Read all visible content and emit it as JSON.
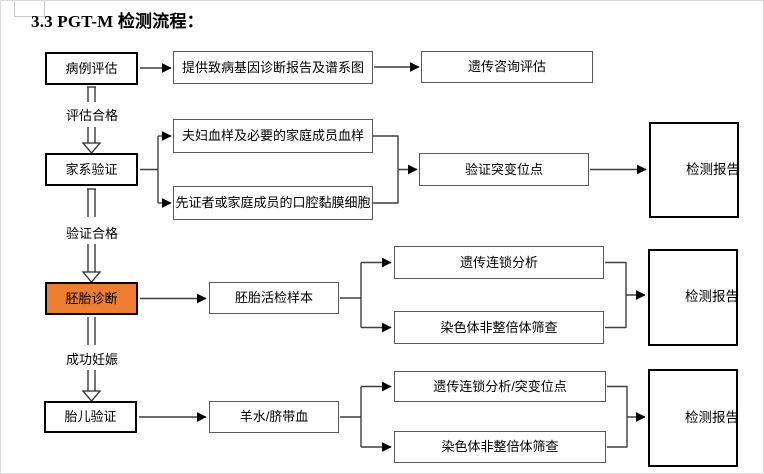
{
  "title": "3.3 PGT-M 检测流程：",
  "accent_color": "#ED7D31",
  "nodes": {
    "case_eval": "病例评估",
    "report_pedigree": "提供致病基因诊断报告及谱系图",
    "genetic_counsel": "遗传咨询评估",
    "family_verify": "家系验证",
    "couple_blood": "夫妇血样及必要的家庭成员血样",
    "proband_cells": "先证者或家庭成员的口腔黏膜细胞",
    "verify_mutation": "验证突变位点",
    "report1": "检测报告",
    "embryo_diag": "胚胎诊断",
    "embryo_biopsy": "胚胎活检样本",
    "linkage": "遗传连锁分析",
    "aneuploidy1": "染色体非整倍体筛查",
    "report2": "检测报告",
    "fetal_verify": "胎儿验证",
    "amniotic": "羊水/脐带血",
    "linkage_mutation": "遗传连锁分析/突变位点",
    "aneuploidy2": "染色体非整倍体筛查",
    "report3": "检测报告"
  },
  "edge_labels": {
    "eval_pass": "评估合格",
    "verify_pass": "验证合格",
    "pregnancy": "成功妊娠"
  }
}
